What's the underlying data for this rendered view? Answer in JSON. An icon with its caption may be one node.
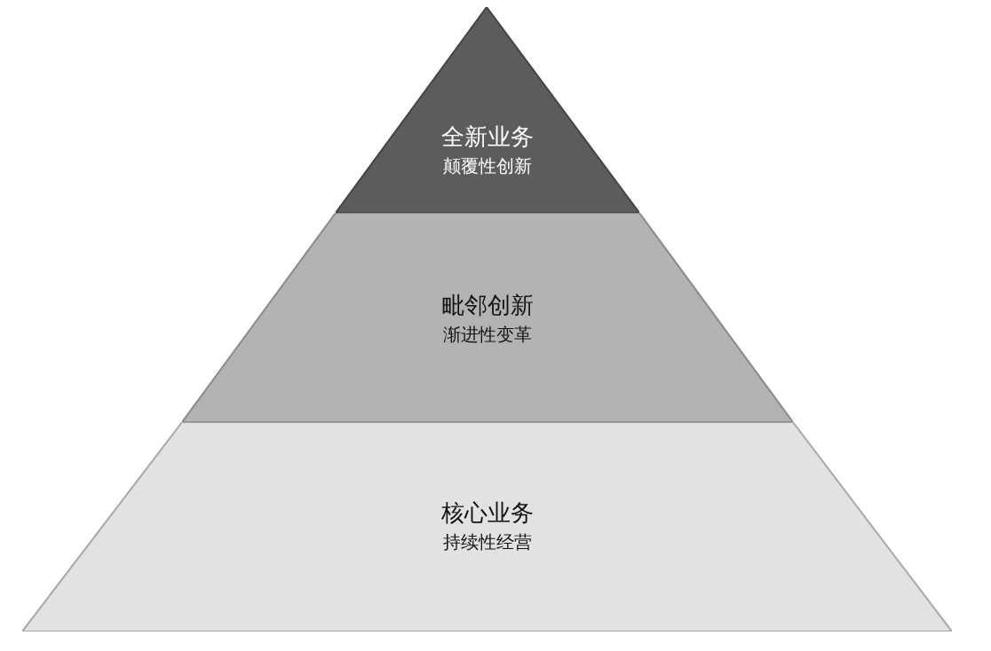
{
  "diagram": {
    "nodes": [
      {
        "text": [
          "全新业务",
          "颠覆性创新"
        ]
      },
      {
        "text": [
          "毗邻创新",
          "渐进性变革"
        ]
      },
      {
        "text": [
          "核心业务",
          "持续性经营"
        ]
      }
    ]
  }
}
